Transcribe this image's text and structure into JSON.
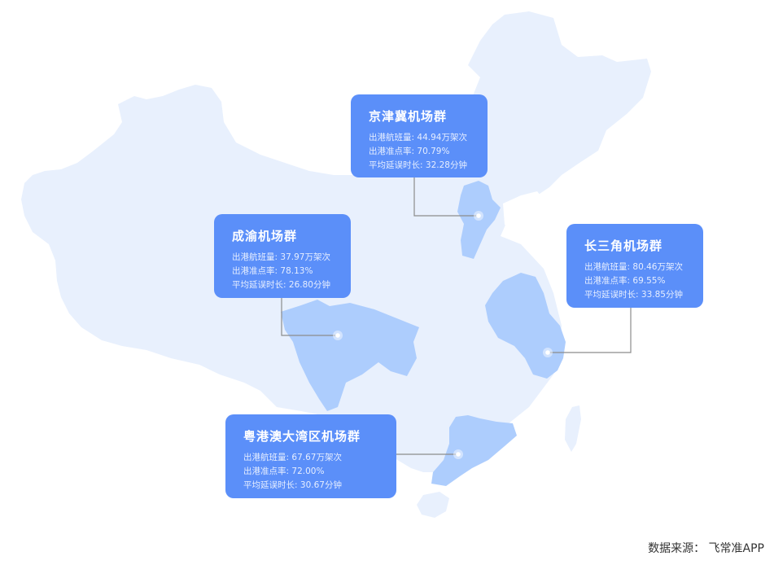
{
  "map": {
    "colors": {
      "land": "#e8f0fd",
      "highlight": "#adcdfd",
      "card": "#5b8ff9",
      "connector": "#8c8c8c",
      "marker": "#ffffff"
    }
  },
  "clusters": [
    {
      "name": "京津冀机场群",
      "departures_label": "出港航班量",
      "departures": "44.94万架次",
      "ontime_label": "出港准点率",
      "ontime": "70.79%",
      "delay_label": "平均延误时长",
      "delay": "32.28分钟"
    },
    {
      "name": "成渝机场群",
      "departures_label": "出港航班量",
      "departures": "37.97万架次",
      "ontime_label": "出港准点率",
      "ontime": "78.13%",
      "delay_label": "平均延误时长",
      "delay": "26.80分钟"
    },
    {
      "name": "长三角机场群",
      "departures_label": "出港航班量",
      "departures": "80.46万架次",
      "ontime_label": "出港准点率",
      "ontime": "69.55%",
      "delay_label": "平均延误时长",
      "delay": "33.85分钟"
    },
    {
      "name": "粤港澳大湾区机场群",
      "departures_label": "出港航班量",
      "departures": "67.67万架次",
      "ontime_label": "出港准点率",
      "ontime": "72.00%",
      "delay_label": "平均延误时长",
      "delay": "30.67分钟"
    }
  ],
  "source": "数据来源： 飞常准APP"
}
